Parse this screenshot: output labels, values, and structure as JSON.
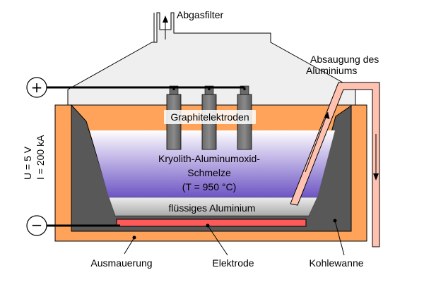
{
  "labels": {
    "exhaust_filter": "Abgasfilter",
    "aluminium_suction_line1": "Absaugung des",
    "aluminium_suction_line2": "Aluminiums",
    "graphite_electrodes": "Graphitelektroden",
    "melt_line1": "Kryolith-Aluminumoxid-",
    "melt_line2": "Schmelze",
    "melt_line3": "(T = 950 °C)",
    "liquid_aluminium": "flüssiges Aluminium",
    "voltage": "U = 5 V",
    "current": "I = 200 kA",
    "lining": "Ausmauerung",
    "electrode": "Elektrode",
    "carbon_pot": "Kohlewanne"
  },
  "terminals": {
    "positive": "+",
    "negative": "−"
  },
  "colors": {
    "lining_orange": "#ffa35a",
    "carbon_gray": "#585858",
    "melt_purple": "#7a62c8",
    "liquid_aluminium": "#c8c8c8",
    "cathode_red": "#ff5a5a",
    "suction_pipe": "#ffc2b0",
    "hood_gray": "#efefef"
  }
}
